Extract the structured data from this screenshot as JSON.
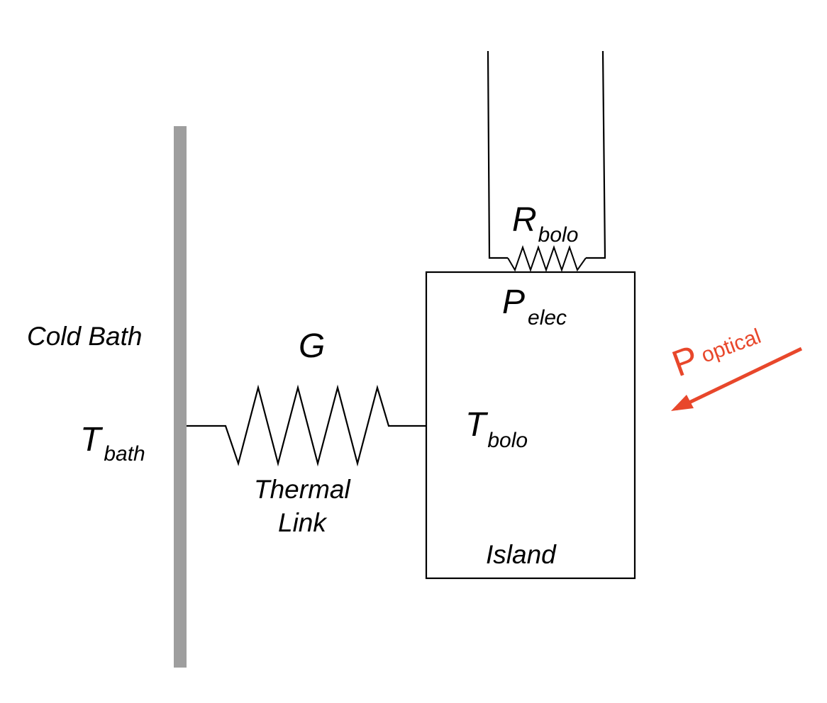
{
  "labels": {
    "cold_bath": "Cold Bath",
    "t_bath": {
      "main": "T",
      "sub": "bath"
    },
    "g": "G",
    "thermal_link": [
      "Thermal",
      "Link"
    ],
    "t_bolo": {
      "main": "T",
      "sub": "bolo"
    },
    "island": "Island",
    "p_elec": {
      "main": "P",
      "sub": "elec"
    },
    "r_bolo": {
      "main": "R",
      "sub": "bolo"
    },
    "p_optical": {
      "main": "P",
      "sub": "optical"
    }
  },
  "colors": {
    "bath_bar": "#9e9e9e",
    "line": "#000000",
    "optical": "#e8472b"
  }
}
